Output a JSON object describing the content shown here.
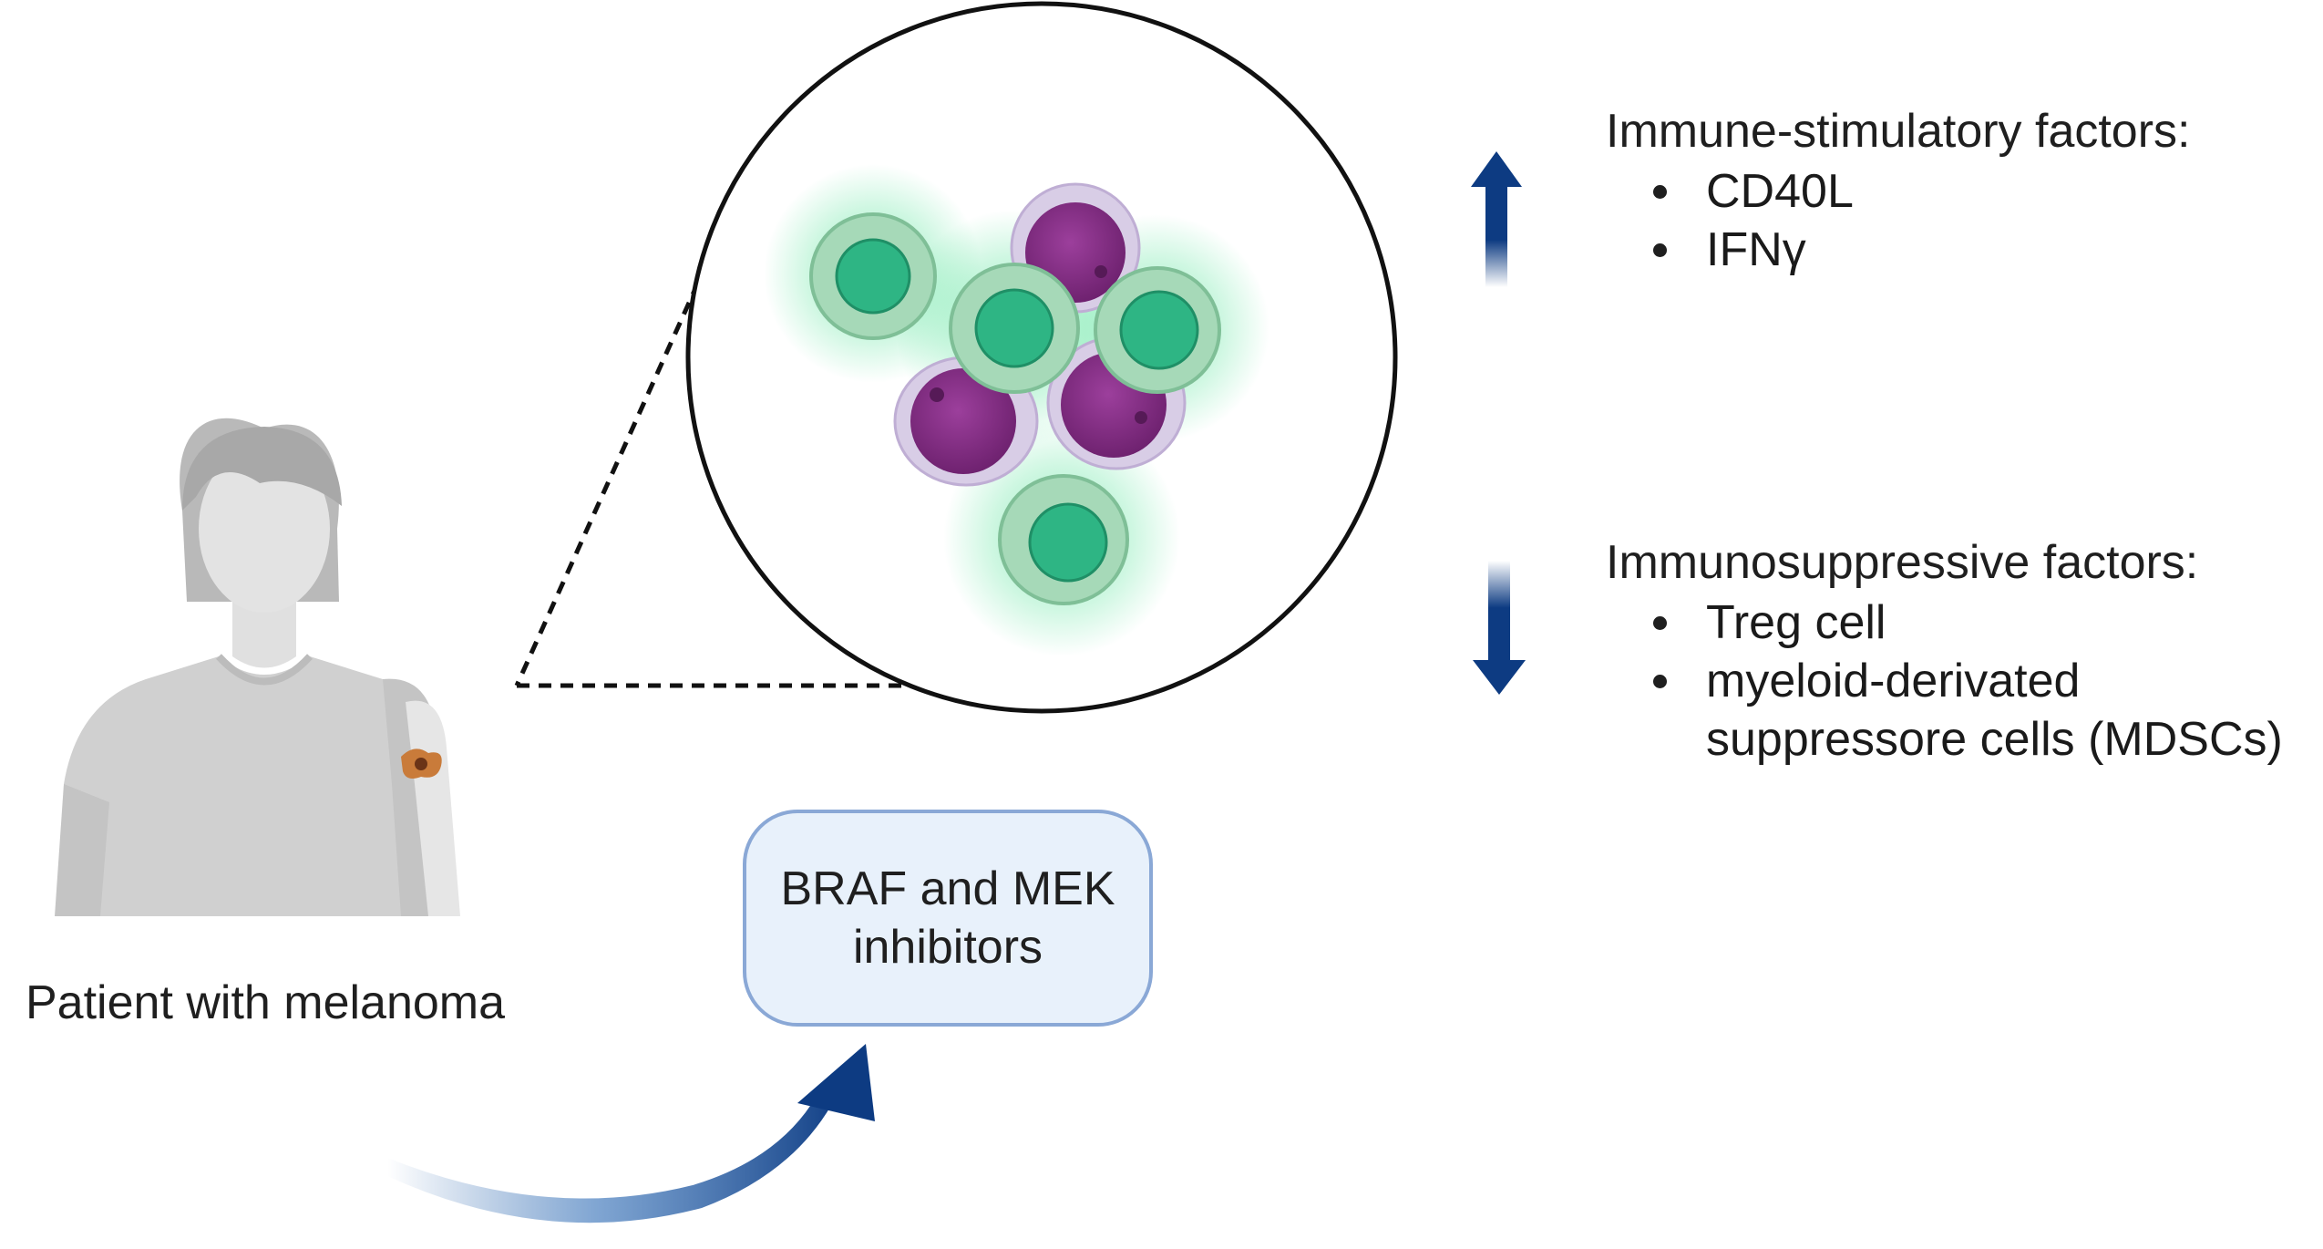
{
  "patient": {
    "caption": "Patient with melanoma"
  },
  "treatment": {
    "label": "BRAF and MEK\ninhibitors"
  },
  "upregulated": {
    "heading": "Immune-stimulatory factors:",
    "items": [
      "CD40L",
      "IFNγ"
    ]
  },
  "downregulated": {
    "heading": "Immunosuppressive factors:",
    "items": [
      "Treg cell",
      "myeloid-derivated\nsuppressore cells (MDSCs)"
    ]
  },
  "colors": {
    "arrow_blue": "#0d3b82",
    "box_border": "#8aa8d6",
    "box_fill": "#e8f1fb",
    "tcell_green": "#2eb584",
    "tumor_purple": "#8b2f8c",
    "silhouette_gray": "#c9c9c9"
  }
}
